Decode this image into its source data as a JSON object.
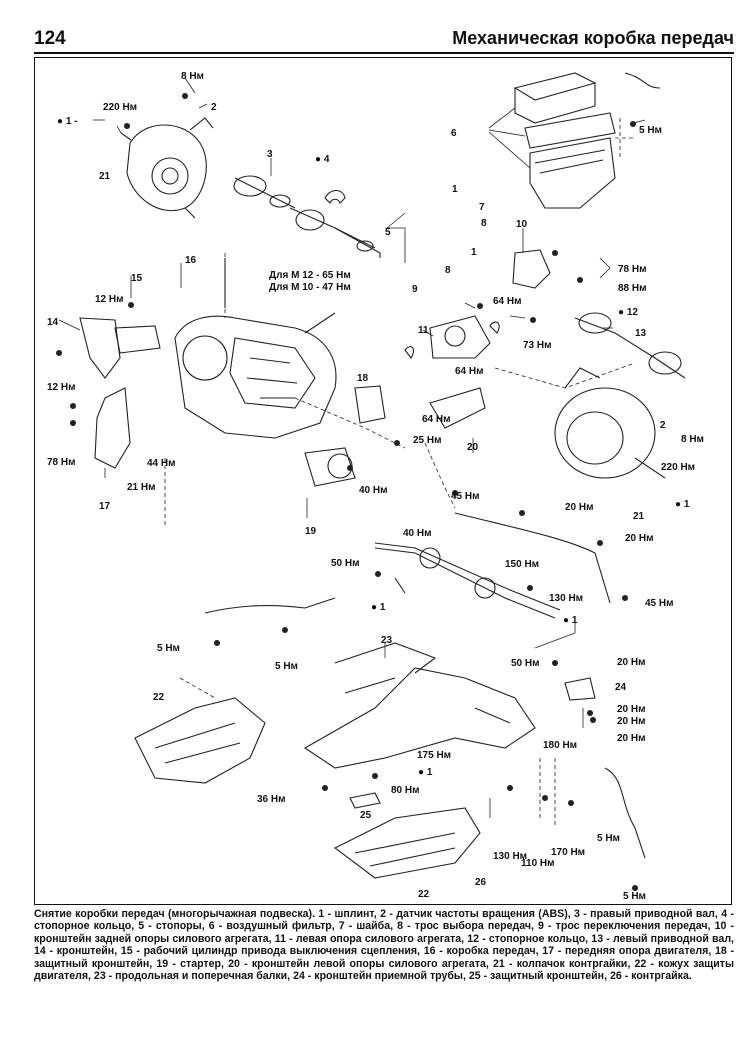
{
  "header": {
    "page_number": "124",
    "title": "Механическая коробка передач"
  },
  "diagram": {
    "labels": [
      {
        "id": "l1",
        "text": "8 Нм"
      },
      {
        "id": "l2",
        "text": "2"
      },
      {
        "id": "l3",
        "text": "● 1 -"
      },
      {
        "id": "l4",
        "text": "220 Нм"
      },
      {
        "id": "l5",
        "text": "21"
      },
      {
        "id": "l6",
        "text": "3"
      },
      {
        "id": "l7",
        "text": "● 4"
      },
      {
        "id": "l8",
        "text": "6"
      },
      {
        "id": "l9",
        "text": "5 Нм"
      },
      {
        "id": "l10",
        "text": "1"
      },
      {
        "id": "l11",
        "text": "7"
      },
      {
        "id": "l12",
        "text": "8"
      },
      {
        "id": "l13",
        "text": "5"
      },
      {
        "id": "l14",
        "text": "1"
      },
      {
        "id": "l15",
        "text": "8"
      },
      {
        "id": "l16",
        "text": "9"
      },
      {
        "id": "l17",
        "text": "10"
      },
      {
        "id": "l18",
        "text": "78 Нм"
      },
      {
        "id": "l19",
        "text": "88 Нм"
      },
      {
        "id": "l20",
        "text": "16"
      },
      {
        "id": "l21",
        "text": "Для М 12 - 65 Нм"
      },
      {
        "id": "l22",
        "text": "Для М 10 - 47 Нм"
      },
      {
        "id": "l23",
        "text": "15"
      },
      {
        "id": "l24",
        "text": "12 Нм"
      },
      {
        "id": "l25",
        "text": "14"
      },
      {
        "id": "l26",
        "text": "12 Нм"
      },
      {
        "id": "l27",
        "text": "64 Нм"
      },
      {
        "id": "l28",
        "text": "11"
      },
      {
        "id": "l29",
        "text": "73 Нм"
      },
      {
        "id": "l30",
        "text": "● 12"
      },
      {
        "id": "l31",
        "text": "13"
      },
      {
        "id": "l32",
        "text": "64 Нм"
      },
      {
        "id": "l33",
        "text": "18"
      },
      {
        "id": "l34",
        "text": "64 Нм"
      },
      {
        "id": "l35",
        "text": "25 Нм"
      },
      {
        "id": "l36",
        "text": "20"
      },
      {
        "id": "l37",
        "text": "2"
      },
      {
        "id": "l38",
        "text": "8 Нм"
      },
      {
        "id": "l39",
        "text": "78 Нм"
      },
      {
        "id": "l40",
        "text": "44 Нм"
      },
      {
        "id": "l41",
        "text": "21 Нм"
      },
      {
        "id": "l42",
        "text": "17"
      },
      {
        "id": "l43",
        "text": "40 Нм"
      },
      {
        "id": "l44",
        "text": "19"
      },
      {
        "id": "l45",
        "text": "40 Нм"
      },
      {
        "id": "l46",
        "text": "45 Нм"
      },
      {
        "id": "l47",
        "text": "220 Нм"
      },
      {
        "id": "l48",
        "text": "21"
      },
      {
        "id": "l49",
        "text": "● 1"
      },
      {
        "id": "l50",
        "text": "20 Нм"
      },
      {
        "id": "l51",
        "text": "20 Нм"
      },
      {
        "id": "l52",
        "text": "50 Нм"
      },
      {
        "id": "l53",
        "text": "150 Нм"
      },
      {
        "id": "l54",
        "text": "● 1"
      },
      {
        "id": "l55",
        "text": "130 Нм"
      },
      {
        "id": "l56",
        "text": "45 Нм"
      },
      {
        "id": "l57",
        "text": "● 1"
      },
      {
        "id": "l58",
        "text": "5 Нм"
      },
      {
        "id": "l59",
        "text": "5 Нм"
      },
      {
        "id": "l60",
        "text": "23"
      },
      {
        "id": "l61",
        "text": "50 Нм"
      },
      {
        "id": "l62",
        "text": "20 Нм"
      },
      {
        "id": "l63",
        "text": "24"
      },
      {
        "id": "l64",
        "text": "22"
      },
      {
        "id": "l65",
        "text": "20 Нм"
      },
      {
        "id": "l66",
        "text": "20 Нм"
      },
      {
        "id": "l67",
        "text": "180 Нм"
      },
      {
        "id": "l68",
        "text": "20 Нм"
      },
      {
        "id": "l69",
        "text": "175 Нм"
      },
      {
        "id": "l70",
        "text": "● 1"
      },
      {
        "id": "l71",
        "text": "36 Нм"
      },
      {
        "id": "l72",
        "text": "80 Нм"
      },
      {
        "id": "l73",
        "text": "25"
      },
      {
        "id": "l74",
        "text": "130 Нм"
      },
      {
        "id": "l75",
        "text": "170 Нм"
      },
      {
        "id": "l76",
        "text": "110 Нм"
      },
      {
        "id": "l77",
        "text": "5 Нм"
      },
      {
        "id": "l78",
        "text": "26"
      },
      {
        "id": "l79",
        "text": "22"
      },
      {
        "id": "l80",
        "text": "5 Нм"
      }
    ]
  },
  "caption": {
    "text": "Снятие коробки передач (многорычажная подвеска). 1 - шплинт, 2 - датчик частоты вращения (ABS), 3 - правый приводной вал, 4 - стопорное кольцо, 5 - стопоры, 6 - воздушный фильтр, 7 - шайба, 8 - трос выбора передач, 9 - трос переключения передач, 10 - кронштейн задней опоры силового агрегата, 11 - левая опора силового агрегата, 12 - стопорное кольцо, 13 - левый приводной вал, 14 - кронштейн, 15 - рабочий цилиндр привода выключения сцепления, 16 - коробка передач, 17 - передняя опора двигателя, 18 - защитный кронштейн, 19 - стартер, 20 - кронштейн левой опоры силового агрегата, 21 - колпачок контргайки, 22 - кожух защиты двигателя, 23 - продольная и поперечная балки, 24 - кронштейн приемной трубы, 25 - защитный кронштейн, 26 - контргайка."
  }
}
